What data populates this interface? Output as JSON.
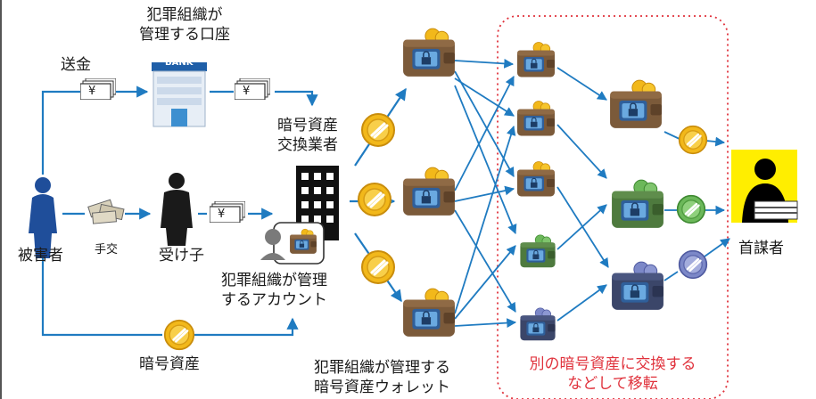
{
  "labels": {
    "account_line1": "犯罪組織が",
    "account_line2": "管理する口座",
    "remit": "送金",
    "bank_sign": "BANK",
    "exchange_line1": "暗号資産",
    "exchange_line2": "交換業者",
    "victim": "被害者",
    "handover": "手交",
    "courier": "受け子",
    "org_account_line1": "犯罪組織が管理",
    "org_account_line2": "するアカウント",
    "crypto": "暗号資産",
    "wallet_line1": "犯罪組織が管理する",
    "wallet_line2": "暗号資産ウォレット",
    "convert_line1": "別の暗号資産に交換する",
    "convert_line2": "などして移転",
    "mastermind": "首謀者",
    "yen_symbol": "¥"
  },
  "colors": {
    "arrow": "#1f7bc1",
    "victim": "#1f4e9a",
    "gold_coin": "#f2b81a",
    "green_coin": "#6cb85a",
    "blue_coin": "#7c88c8",
    "wallet_brown": "#7b5a3a",
    "wallet_green": "#4e7a3e",
    "wallet_navy": "#3b4669",
    "highlight_box": "#e0323c",
    "mastermind_bg": "#ffee00"
  }
}
